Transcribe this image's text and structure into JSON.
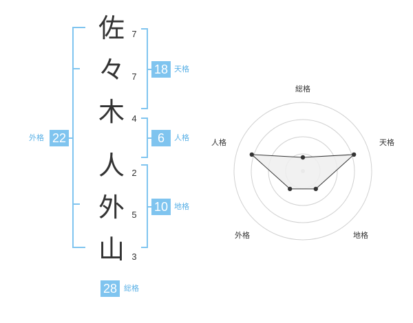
{
  "name": {
    "chars": [
      "佐",
      "々",
      "木",
      "人",
      "外",
      "山"
    ],
    "strokes": [
      "7",
      "7",
      "4",
      "2",
      "5",
      "3"
    ]
  },
  "grades": {
    "tenkaku": {
      "value": "18",
      "label": "天格"
    },
    "jinkaku": {
      "value": "6",
      "label": "人格"
    },
    "chikaku": {
      "value": "10",
      "label": "地格"
    },
    "gaikaku": {
      "value": "22",
      "label": "外格"
    },
    "soukaku": {
      "value": "28",
      "label": "総格"
    }
  },
  "colors": {
    "accent": "#7fc4ef",
    "accent_text": "#59b0e6",
    "bracket": "#7fc4ef"
  },
  "chart_data": {
    "type": "radar",
    "axes": [
      "総格",
      "天格",
      "地格",
      "外格",
      "人格"
    ],
    "values": [
      0.2,
      0.78,
      0.32,
      0.32,
      0.78
    ],
    "rings": 4
  }
}
